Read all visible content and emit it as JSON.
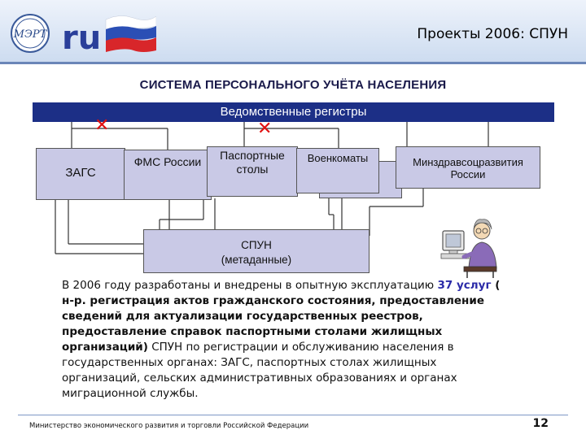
{
  "header": {
    "title": "Проекты 2006: СПУН",
    "logo_seal_text": "МЭРТ",
    "logo_text": "ru"
  },
  "heading": "СИСТЕМА ПЕРСОНАЛЬНОГО УЧЁТА НАСЕЛЕНИЯ",
  "registers_label": "Ведомственные регистры",
  "boxes": {
    "zags": "ЗАГС",
    "fms": "ФМС России",
    "passport_line1": "Паспортные",
    "passport_line2": "столы",
    "military": "Военкоматы",
    "health_line1": "Минздравсоцразвития",
    "health_line2": "России",
    "spun_line1": "СПУН",
    "spun_line2": "(метаданные)"
  },
  "body": {
    "p1": "В 2006 году разработаны и внедрены в опытную эксплуатацию",
    "services": "37 услуг",
    "bold_part": " ( н-р. регистрация актов гражданского состояния, предоставление сведений для актуализации государственных реестров, предоставление справок паспортными столами жилищных организаций)",
    "rest": "  СПУН по регистрации и обслуживанию населения в государственных органах: ЗАГС, паспортных столах жилищных организаций, сельских административных образованиях и органах миграционной службы."
  },
  "footer": {
    "org": "Министерство экономического развития и торговли Российской Федерации",
    "page": "12"
  },
  "colors": {
    "bar": "#1c2f86",
    "box": "#c9c9e6",
    "x_mark": "#e01010",
    "accent_blue": "#2b2ba8"
  }
}
